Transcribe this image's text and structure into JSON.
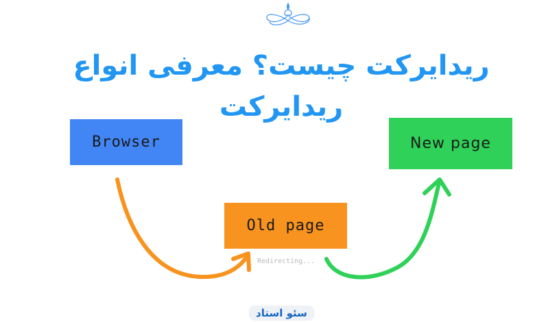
{
  "header": {
    "ornament_icon": "flourish-ornament-icon",
    "title": "ریدایرکت چیست؟ معرفی انواع ریدایرکت"
  },
  "diagram": {
    "nodes": [
      {
        "id": "browser",
        "label": "Browser",
        "color": "#4285f4"
      },
      {
        "id": "old_page",
        "label": "Old page",
        "color": "#f7931e"
      },
      {
        "id": "new_page",
        "label": "New page",
        "color": "#2fd158"
      }
    ],
    "edges": [
      {
        "from": "browser",
        "to": "old_page",
        "color": "#f7931e"
      },
      {
        "from": "old_page",
        "to": "new_page",
        "color": "#2fd158"
      }
    ],
    "status_text": "Redirecting..."
  },
  "footer": {
    "brand": "سئو استاد"
  }
}
